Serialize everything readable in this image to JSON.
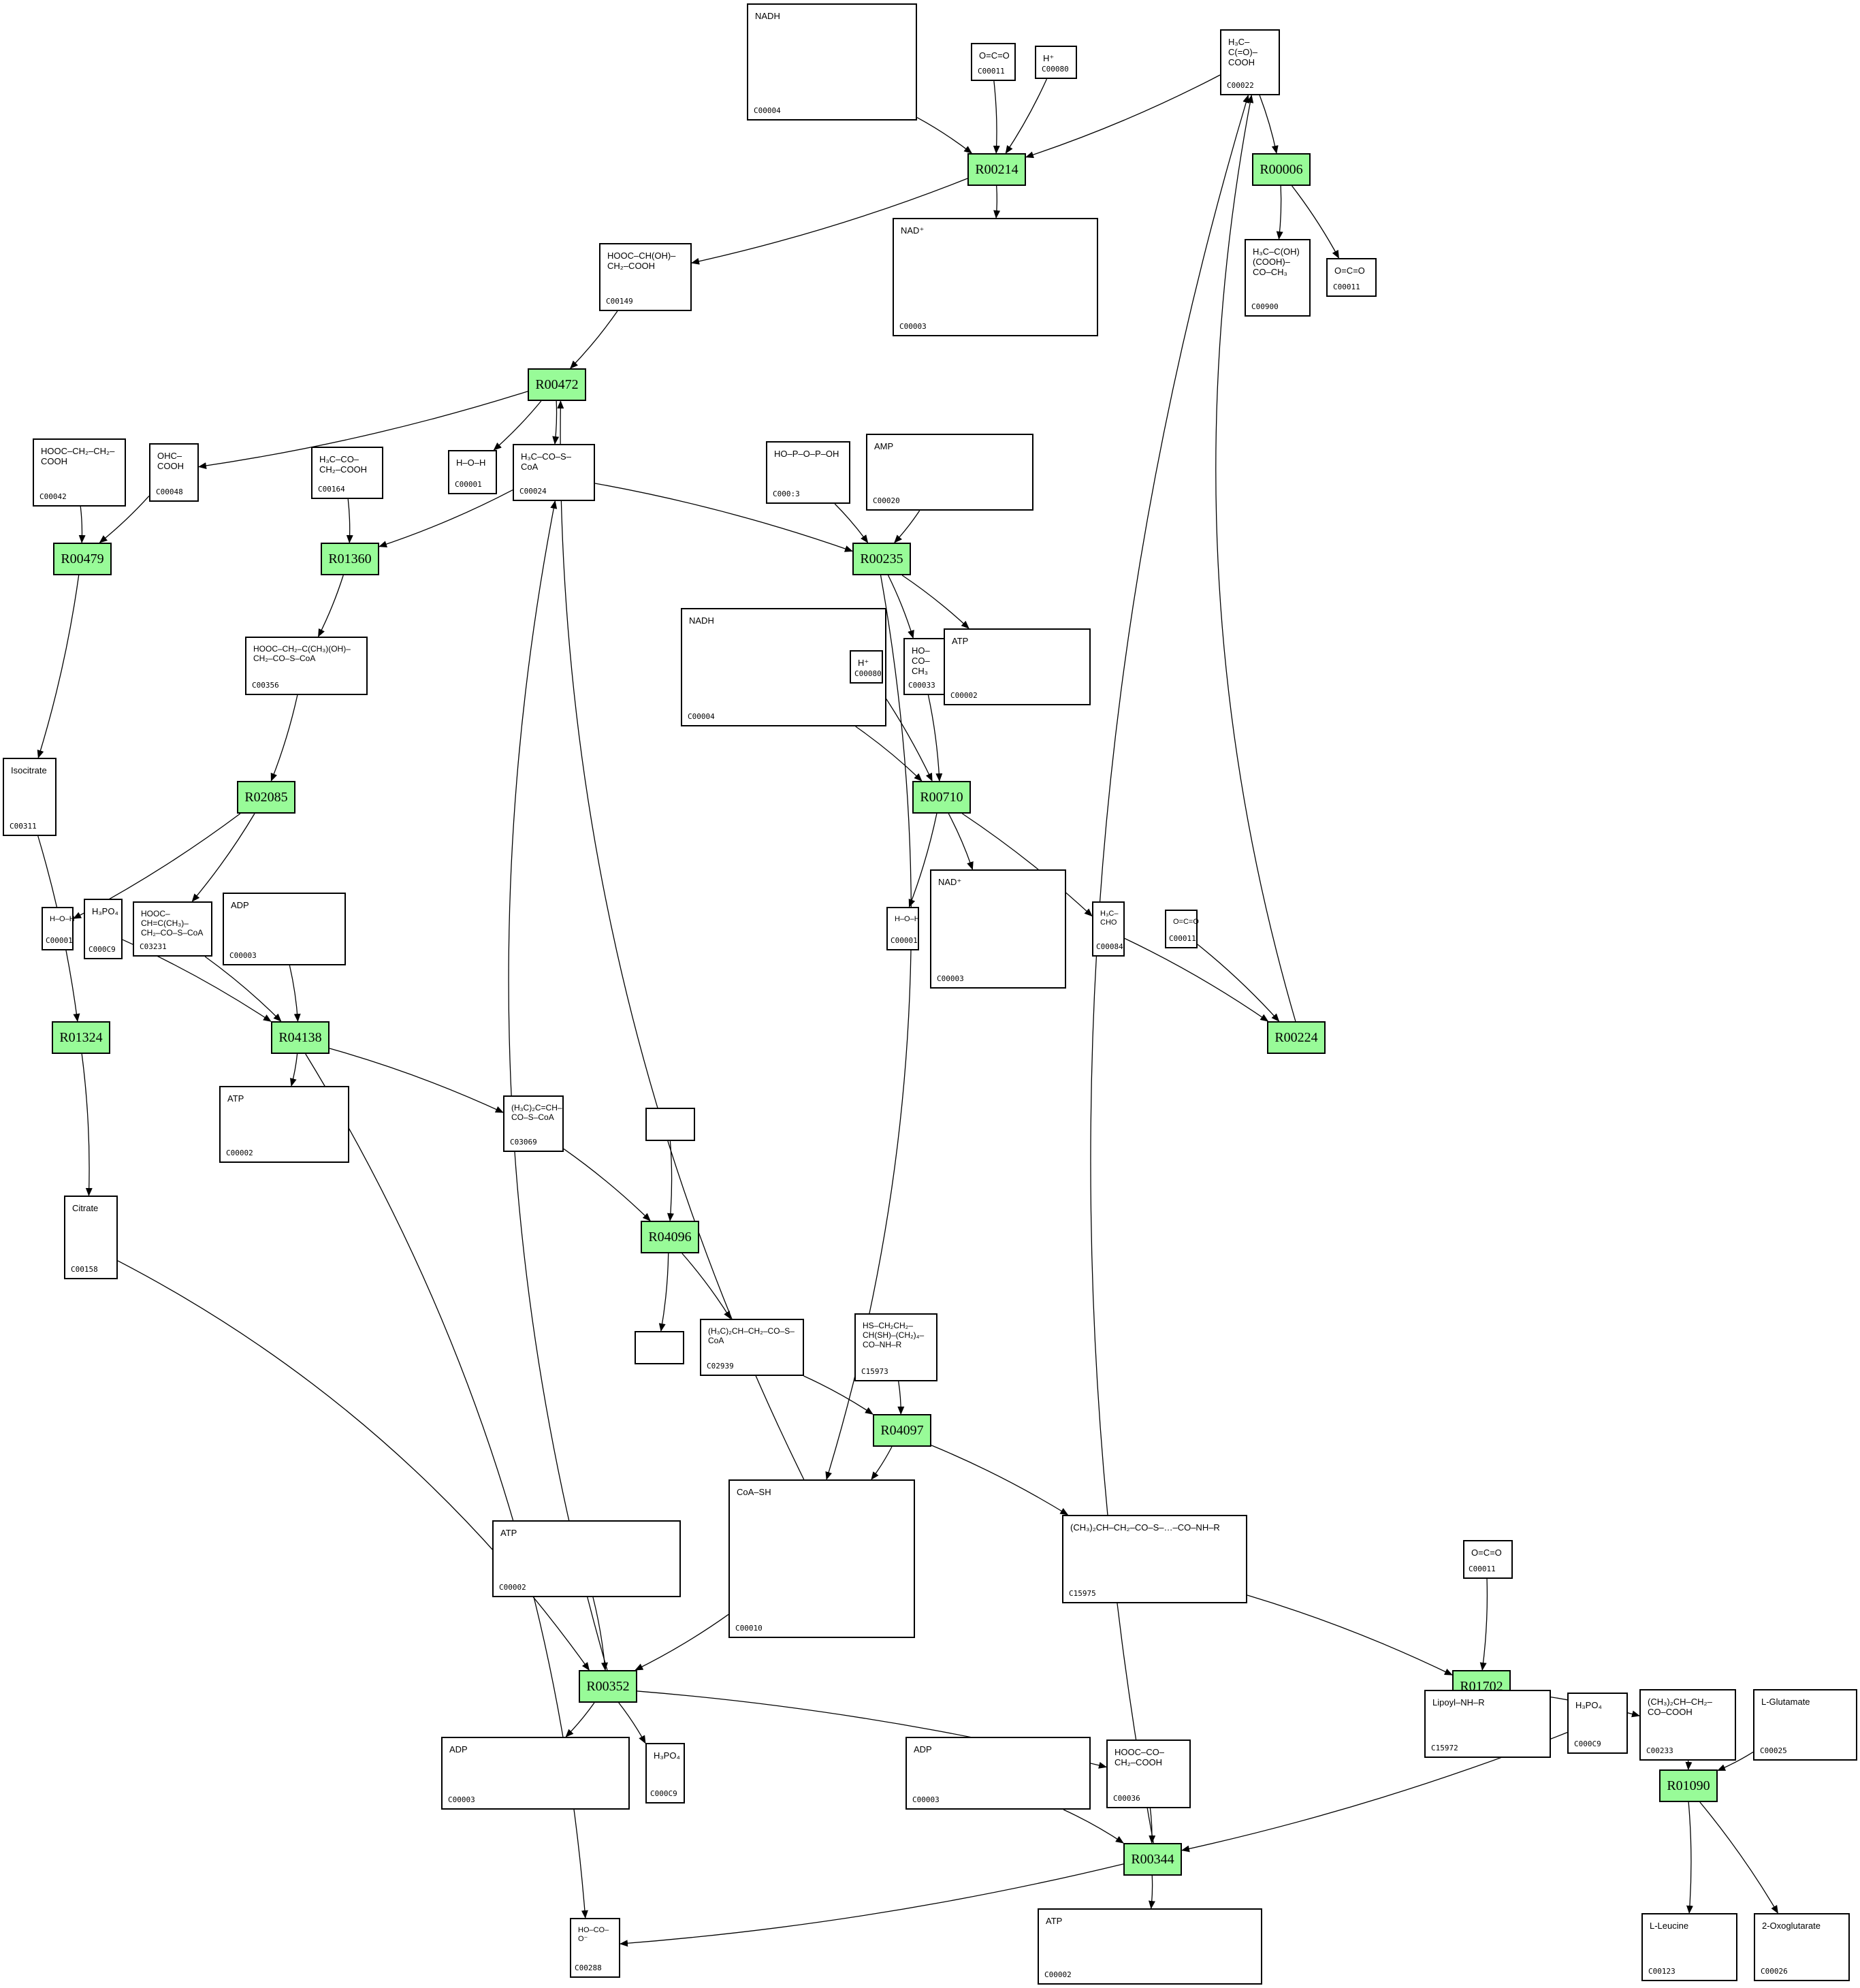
{
  "colors": {
    "reaction_fill": "#98fb98",
    "border": "#000000",
    "background": "#ffffff",
    "edge": "#000000"
  },
  "reactions": [
    {
      "id": "R00214"
    },
    {
      "id": "R00006"
    },
    {
      "id": "R00472"
    },
    {
      "id": "R00479"
    },
    {
      "id": "R01360"
    },
    {
      "id": "R00235"
    },
    {
      "id": "R00710"
    },
    {
      "id": "R02085"
    },
    {
      "id": "R01324"
    },
    {
      "id": "R04138"
    },
    {
      "id": "R00224"
    },
    {
      "id": "R04096"
    },
    {
      "id": "R04097"
    },
    {
      "id": "R00352"
    },
    {
      "id": "R01702"
    },
    {
      "id": "R00344"
    },
    {
      "id": "R01090"
    }
  ],
  "compounds": [
    {
      "key": "c1",
      "id": "C00004",
      "formula": "NADH"
    },
    {
      "key": "c2",
      "id": "C00011",
      "formula": "O=C=O"
    },
    {
      "key": "c3",
      "id": "C00080",
      "formula": "H⁺"
    },
    {
      "key": "c4",
      "id": "C00022",
      "formula": "H₃C–C(=O)–COOH"
    },
    {
      "key": "c5",
      "id": "C00149",
      "formula": "HOOC–CH(OH)–CH₂–COOH"
    },
    {
      "key": "c6",
      "id": "C00003",
      "formula": "NAD⁺"
    },
    {
      "key": "c7",
      "id": "C00900",
      "formula": "H₃C–C(OH)(COOH)–CO–CH₃"
    },
    {
      "key": "c8",
      "id": "C00011",
      "formula": "O=C=O"
    },
    {
      "key": "c9",
      "id": "C00042",
      "formula": "HOOC–CH₂–CH₂–COOH"
    },
    {
      "key": "c10",
      "id": "C00048",
      "formula": "OHC–COOH"
    },
    {
      "key": "c11",
      "id": "C00164",
      "formula": "H₃C–CO–CH₂–COOH"
    },
    {
      "key": "c12",
      "id": "C00001",
      "formula": "H–O–H"
    },
    {
      "key": "c13",
      "id": "C00024",
      "formula": "H₃C–CO–S–CoA"
    },
    {
      "key": "c14",
      "id": "C000:3",
      "formula": "HO–P–O–P–OH"
    },
    {
      "key": "c15",
      "id": "C00020",
      "formula": "AMP"
    },
    {
      "key": "c16",
      "id": "C00356",
      "formula": "HOOC–CH₂–C(CH₃)(OH)–CH₂–CO–S–CoA"
    },
    {
      "key": "c17",
      "id": "C00004",
      "formula": "NADH"
    },
    {
      "key": "c18",
      "id": "C00080",
      "formula": "H⁺"
    },
    {
      "key": "c19",
      "id": "C00033",
      "formula": "HO–CO–CH₃"
    },
    {
      "key": "c20",
      "id": "C00002",
      "formula": "ATP"
    },
    {
      "key": "c21",
      "id": "C00311",
      "formula": "Isocitrate"
    },
    {
      "key": "c22",
      "id": "C00001",
      "formula": "H–O–H"
    },
    {
      "key": "c23",
      "id": "C000C9",
      "formula": "H₃PO₄"
    },
    {
      "key": "c24",
      "id": "C03231",
      "formula": "HOOC–CH=C(CH₃)–CH₂–CO–S–CoA"
    },
    {
      "key": "c25",
      "id": "C00003",
      "formula": "ADP"
    },
    {
      "key": "c26",
      "id": "C00001",
      "formula": "H–O–H"
    },
    {
      "key": "c27",
      "id": "C00003",
      "formula": "NAD⁺"
    },
    {
      "key": "c28",
      "id": "C00084",
      "formula": "H₃C–CHO"
    },
    {
      "key": "c29",
      "id": "C00011",
      "formula": "O=C=O"
    },
    {
      "key": "c30",
      "id": "C00002",
      "formula": "ATP"
    },
    {
      "key": "c31",
      "id": "C03069",
      "formula": "(H₃C)₂C=CH–CO–S–CoA"
    },
    {
      "key": "c32",
      "id": "C00158",
      "formula": "Citrate"
    },
    {
      "key": "c33",
      "id": "",
      "formula": ""
    },
    {
      "key": "c34",
      "id": "",
      "formula": ""
    },
    {
      "key": "c35",
      "id": "C02939",
      "formula": "(H₃C)₂CH–CH₂–CO–S–CoA"
    },
    {
      "key": "c36",
      "id": "C15973",
      "formula": "HS–CH₂CH₂–CH(SH)–(CH₂)₄–CO–NH–R"
    },
    {
      "key": "c37",
      "id": "C15975",
      "formula": "(CH₃)₂CH–CH₂–CO–S–…–CO–NH–R"
    },
    {
      "key": "c38",
      "id": "C00010",
      "formula": "CoA–SH"
    },
    {
      "key": "c39",
      "id": "C00002",
      "formula": "ATP"
    },
    {
      "key": "c40",
      "id": "C00011",
      "formula": "O=C=O"
    },
    {
      "key": "c41",
      "id": "C00003",
      "formula": "ADP"
    },
    {
      "key": "c42",
      "id": "C000C9",
      "formula": "H₃PO₄"
    },
    {
      "key": "c43",
      "id": "C00003",
      "formula": "ADP"
    },
    {
      "key": "c44",
      "id": "C00036",
      "formula": "HOOC–CO–CH₂–COOH"
    },
    {
      "key": "c45",
      "id": "C15972",
      "formula": "Lipoyl–NH–R"
    },
    {
      "key": "c46",
      "id": "C000C9",
      "formula": "H₃PO₄"
    },
    {
      "key": "c47",
      "id": "C00233",
      "formula": "(CH₃)₂CH–CH₂–CO–COOH"
    },
    {
      "key": "c48",
      "id": "C00025",
      "formula": "L-Glutamate"
    },
    {
      "key": "c49",
      "id": "C00288",
      "formula": "HO–CO–O⁻"
    },
    {
      "key": "c50",
      "id": "C00002",
      "formula": "ATP"
    },
    {
      "key": "c51",
      "id": "C00123",
      "formula": "L-Leucine"
    },
    {
      "key": "c52",
      "id": "C00026",
      "formula": "2-Oxoglutarate"
    }
  ],
  "edges": [
    [
      "c1",
      "R00214"
    ],
    [
      "c2",
      "R00214"
    ],
    [
      "c3",
      "R00214"
    ],
    [
      "c4",
      "R00214"
    ],
    [
      "R00214",
      "c5"
    ],
    [
      "R00214",
      "c6"
    ],
    [
      "c4",
      "R00006"
    ],
    [
      "R00006",
      "c7"
    ],
    [
      "R00006",
      "c8"
    ],
    [
      "c5",
      "R00472"
    ],
    [
      "R00472",
      "c10"
    ],
    [
      "R00472",
      "c12"
    ],
    [
      "R00472",
      "c13"
    ],
    [
      "c9",
      "R00479"
    ],
    [
      "c10",
      "R00479"
    ],
    [
      "R00479",
      "c21"
    ],
    [
      "c11",
      "R01360"
    ],
    [
      "c13",
      "R01360"
    ],
    [
      "R01360",
      "c16"
    ],
    [
      "c13",
      "R00235"
    ],
    [
      "c14",
      "R00235"
    ],
    [
      "c15",
      "R00235"
    ],
    [
      "R00235",
      "c19"
    ],
    [
      "R00235",
      "c20"
    ],
    [
      "R00235",
      "c38"
    ],
    [
      "c17",
      "R00710"
    ],
    [
      "c18",
      "R00710"
    ],
    [
      "c19",
      "R00710"
    ],
    [
      "R00710",
      "c26"
    ],
    [
      "R00710",
      "c27"
    ],
    [
      "R00710",
      "c28"
    ],
    [
      "c16",
      "R02085"
    ],
    [
      "R02085",
      "c22"
    ],
    [
      "R02085",
      "c24"
    ],
    [
      "c21",
      "R01324"
    ],
    [
      "R01324",
      "c32"
    ],
    [
      "c23",
      "R04138"
    ],
    [
      "c24",
      "R04138"
    ],
    [
      "c25",
      "R04138"
    ],
    [
      "R04138",
      "c30"
    ],
    [
      "R04138",
      "c31"
    ],
    [
      "R04138",
      "c49"
    ],
    [
      "c28",
      "R00224"
    ],
    [
      "c29",
      "R00224"
    ],
    [
      "R00224",
      "c4"
    ],
    [
      "c31",
      "R04096"
    ],
    [
      "c33",
      "R04096"
    ],
    [
      "R04096",
      "c34"
    ],
    [
      "R04096",
      "c35"
    ],
    [
      "c35",
      "R04097"
    ],
    [
      "c36",
      "R04097"
    ],
    [
      "R04097",
      "c38"
    ],
    [
      "R04097",
      "c37"
    ],
    [
      "c32",
      "R00352"
    ],
    [
      "c38",
      "R00352"
    ],
    [
      "c39",
      "R00352"
    ],
    [
      "R00352",
      "c41"
    ],
    [
      "R00352",
      "c42"
    ],
    [
      "R00352",
      "c44"
    ],
    [
      "R00352",
      "c13"
    ],
    [
      "c37",
      "R01702"
    ],
    [
      "c40",
      "R01702"
    ],
    [
      "R01702",
      "c45"
    ],
    [
      "R01702",
      "c47"
    ],
    [
      "c43",
      "R00344"
    ],
    [
      "c44",
      "R00344"
    ],
    [
      "c46",
      "R00344"
    ],
    [
      "R00344",
      "c50"
    ],
    [
      "R00344",
      "c49"
    ],
    [
      "R00344",
      "c4"
    ],
    [
      "c47",
      "R01090"
    ],
    [
      "c48",
      "R01090"
    ],
    [
      "R01090",
      "c51"
    ],
    [
      "R01090",
      "c52"
    ],
    [
      "c38",
      "R00472"
    ]
  ]
}
